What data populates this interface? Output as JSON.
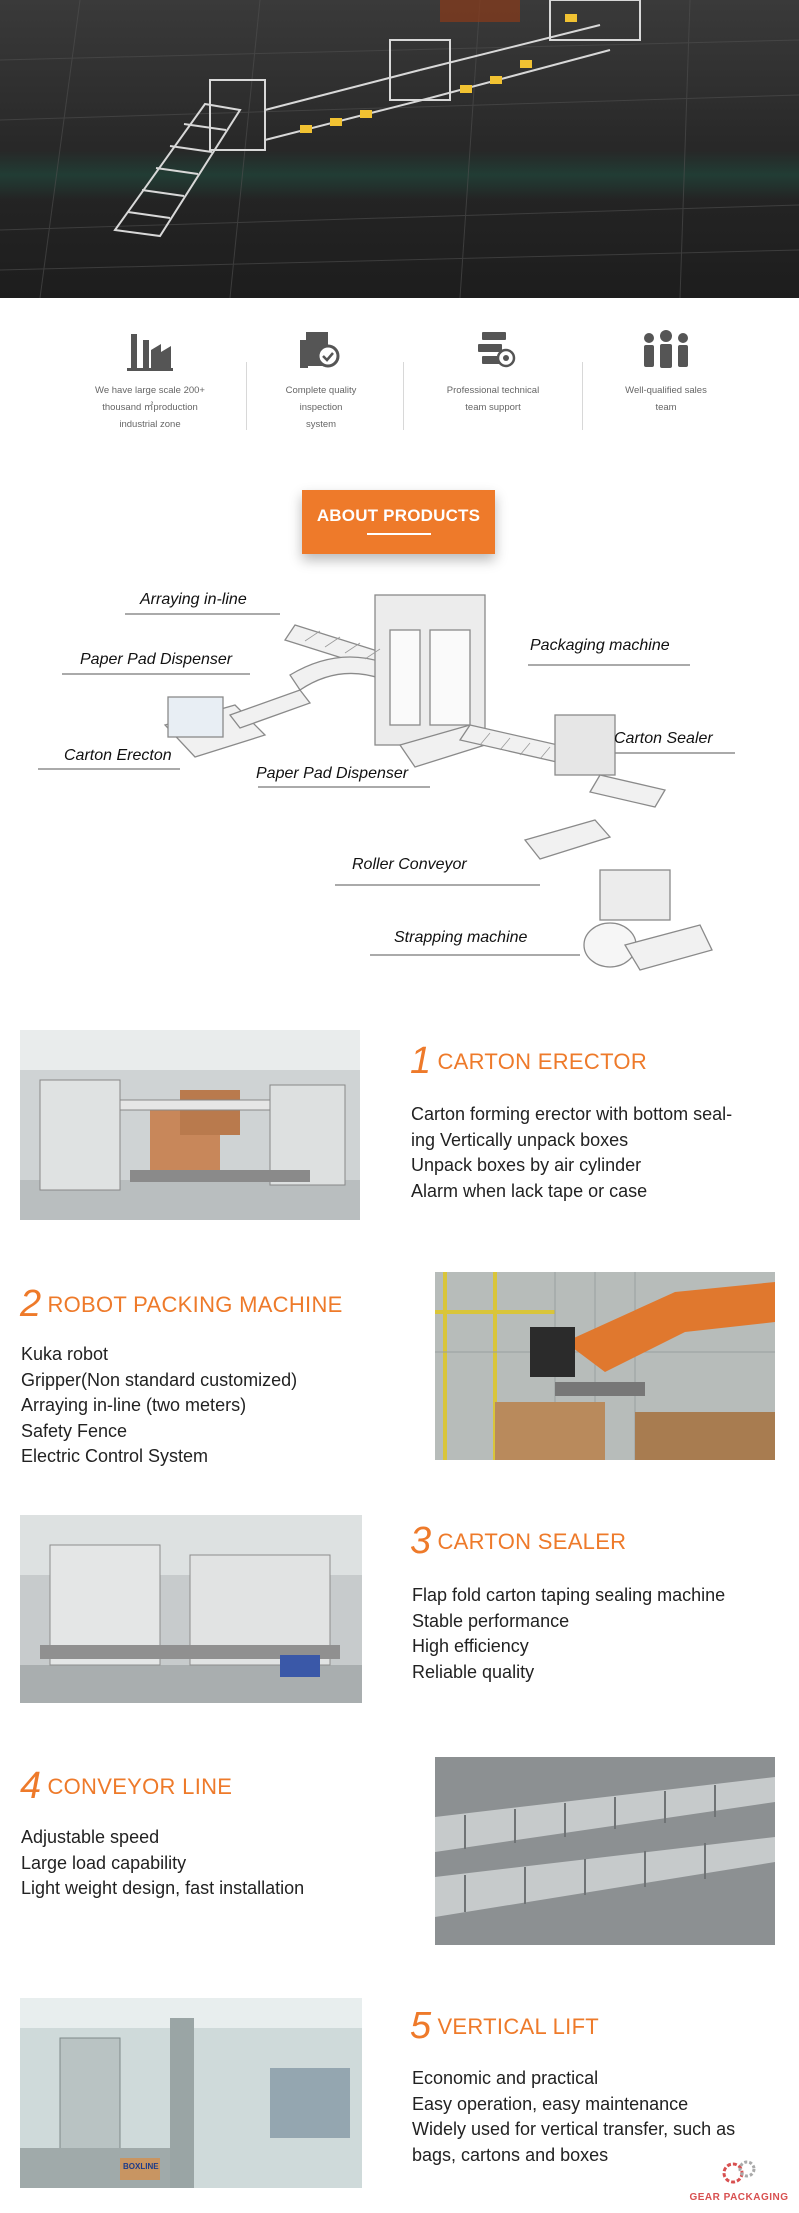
{
  "features": [
    {
      "icon": "factory-icon",
      "lines": [
        "We have large scale 200+",
        "thousand ㎡production",
        "industrial zone"
      ]
    },
    {
      "icon": "quality-inspection-icon",
      "lines": [
        "Complete quality",
        "inspection",
        "system"
      ]
    },
    {
      "icon": "technical-support-icon",
      "lines": [
        "Professional technical",
        "team support"
      ]
    },
    {
      "icon": "sales-team-icon",
      "lines": [
        "Well-qualified sales",
        "team"
      ]
    }
  ],
  "about_button": "ABOUT PRODUCTS",
  "diagram_labels": {
    "arraying": "Arraying in-line",
    "pad_dispenser_1": "Paper Pad Dispenser",
    "carton_erector": "Carton Erecton",
    "pad_dispenser_2": "Paper Pad Dispenser",
    "packaging_machine": "Packaging machine",
    "carton_sealer": "Carton Sealer",
    "roller_conveyor": "Roller Conveyor",
    "strapping_machine": "Strapping machine"
  },
  "sections": [
    {
      "num": "1",
      "title": "CARTON ERECTOR",
      "lines": [
        "Carton forming erector with bottom seal-",
        "ing  Vertically unpack boxes",
        "Unpack boxes by air cylinder",
        "Alarm when lack tape or case"
      ]
    },
    {
      "num": "2",
      "title": "ROBOT PACKING MACHINE",
      "lines": [
        "Kuka robot",
        "Gripper(Non standard customized)",
        "Arraying in-line (two meters)",
        "Safety Fence",
        "Electric Control System"
      ]
    },
    {
      "num": "3",
      "title": "CARTON SEALER",
      "lines": [
        "Flap fold carton taping sealing machine",
        "Stable performance",
        "High efficiency",
        "Reliable quality"
      ]
    },
    {
      "num": "4",
      "title": "CONVEYOR LINE",
      "lines": [
        "Adjustable speed",
        "Large load capability",
        "Light weight design, fast installation"
      ]
    },
    {
      "num": "5",
      "title": "VERTICAL LIFT",
      "lines": [
        "Economic and practical",
        "Easy operation, easy maintenance",
        "Widely used for vertical transfer, such as",
        "bags, cartons and boxes"
      ]
    }
  ],
  "photo_text": {
    "boxline": "BOXLINE"
  },
  "watermark": "GEAR PACKAGING",
  "colors": {
    "accent": "#ee7a2a",
    "hero_bg": "#2b2b2b",
    "text": "#222222"
  }
}
